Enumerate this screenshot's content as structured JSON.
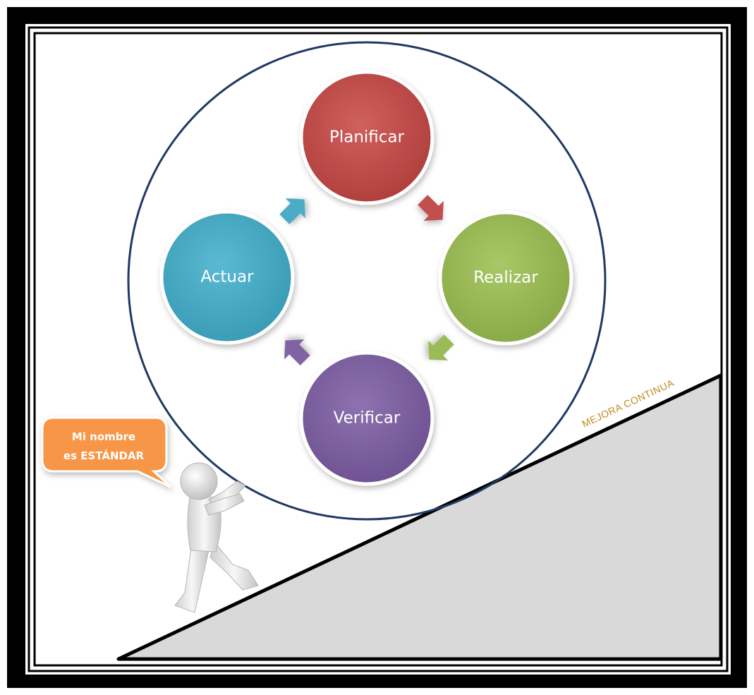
{
  "cycle": {
    "nodes": [
      {
        "id": "plan",
        "label": "Planificar",
        "color": "#c0504d"
      },
      {
        "id": "do",
        "label": "Realizar",
        "color": "#9bbb59"
      },
      {
        "id": "check",
        "label": "Verificar",
        "color": "#8064a2"
      },
      {
        "id": "act",
        "label": "Actuar",
        "color": "#4bacc6"
      }
    ],
    "outline_color": "#1f3864"
  },
  "slope": {
    "label": "MEJORA CONTINUA",
    "fill": "#d9d9d9",
    "label_color": "#c08a1e"
  },
  "figure": {
    "speech_line1": "Mi nombre",
    "speech_line2": "es ESTÁNDAR",
    "bubble_color": "#f79646"
  },
  "frame_color": "#000000"
}
